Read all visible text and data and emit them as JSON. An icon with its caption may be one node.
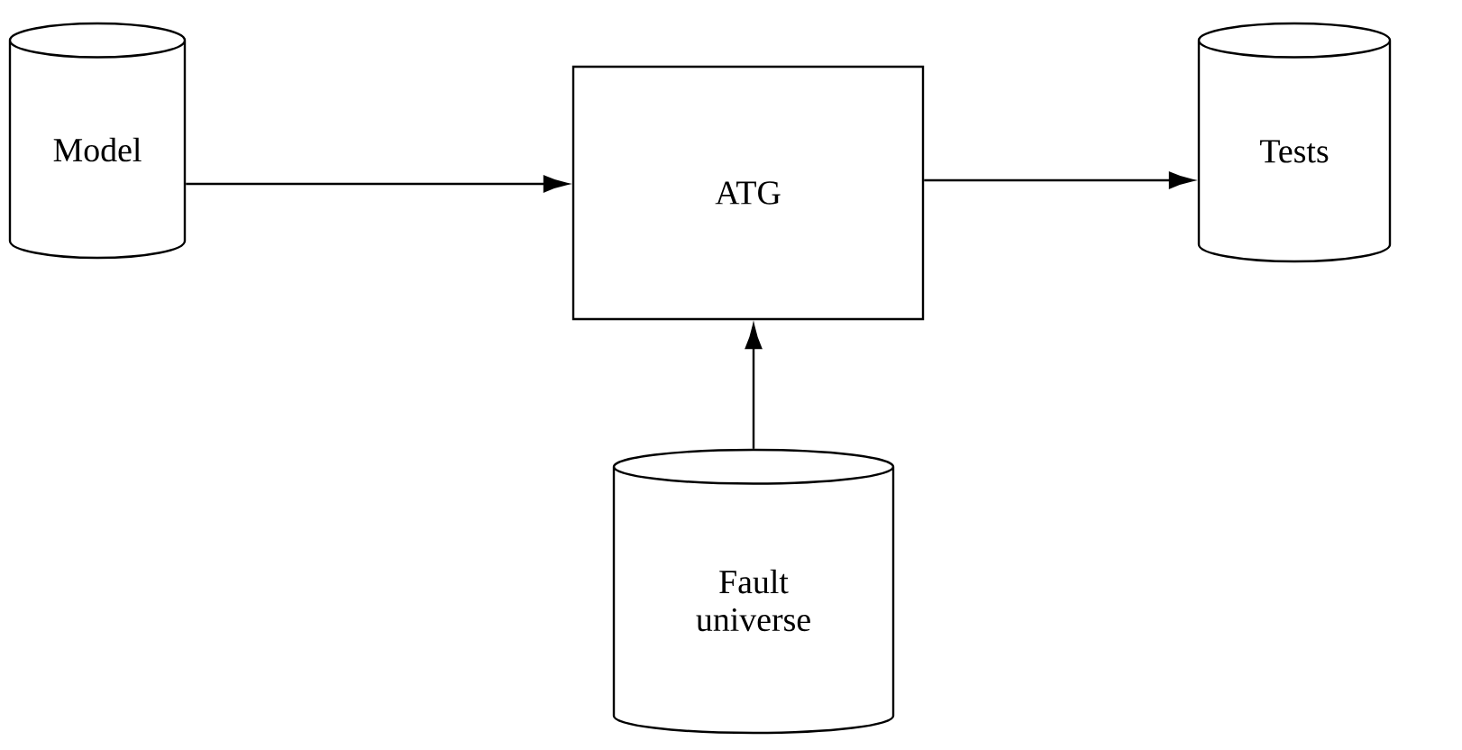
{
  "diagram": {
    "nodes": [
      {
        "text": [
          "Model"
        ]
      },
      {
        "text": [
          "ATG"
        ]
      },
      {
        "text": [
          "Tests"
        ]
      },
      {
        "text": [
          "Fault universe"
        ]
      }
    ],
    "edges": [
      {
        "from": 0,
        "to": 1,
        "arrow": "to"
      },
      {
        "from": 1,
        "to": 2,
        "arrow": "to"
      },
      {
        "from": 3,
        "to": 1,
        "arrow": "to"
      }
    ]
  }
}
